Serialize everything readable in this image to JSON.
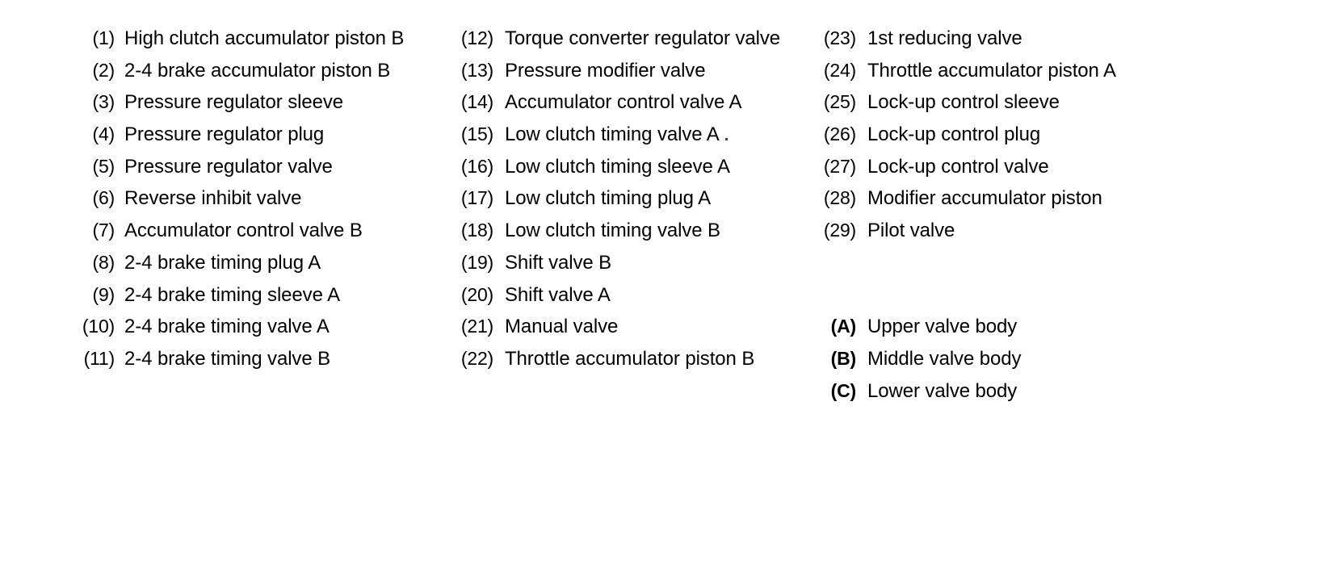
{
  "document": {
    "type": "parts-legend",
    "background_color": "#ffffff",
    "text_color": "#000000",
    "columns": [
      {
        "name": "column-1",
        "entries": [
          {
            "marker": "(1)",
            "label": "High clutch accumulator piston B"
          },
          {
            "marker": "(2)",
            "label": "2-4 brake accumulator piston B"
          },
          {
            "marker": "(3)",
            "label": "Pressure regulator sleeve"
          },
          {
            "marker": "(4)",
            "label": "Pressure regulator plug"
          },
          {
            "marker": "(5)",
            "label": "Pressure regulator valve"
          },
          {
            "marker": "(6)",
            "label": "Reverse inhibit valve"
          },
          {
            "marker": "(7)",
            "label": "Accumulator control valve B"
          },
          {
            "marker": "(8)",
            "label": "2-4 brake timing plug A"
          },
          {
            "marker": "(9)",
            "label": "2-4 brake timing sleeve A"
          },
          {
            "marker": "(10)",
            "label": "2-4 brake timing valve A"
          },
          {
            "marker": "(11)",
            "label": "2-4 brake timing valve B"
          }
        ]
      },
      {
        "name": "column-2",
        "entries": [
          {
            "marker": "(12)",
            "label": "Torque converter regulator valve"
          },
          {
            "marker": "(13)",
            "label": "Pressure modifier valve"
          },
          {
            "marker": "(14)",
            "label": "Accumulator control valve A"
          },
          {
            "marker": "(15)",
            "label": "Low clutch timing valve A",
            "speck": true
          },
          {
            "marker": "(16)",
            "label": "Low clutch timing sleeve A"
          },
          {
            "marker": "(17)",
            "label": "Low clutch timing plug A"
          },
          {
            "marker": "(18)",
            "label": "Low clutch timing valve B"
          },
          {
            "marker": "(19)",
            "label": "Shift valve B"
          },
          {
            "marker": "(20)",
            "label": "Shift valve A"
          },
          {
            "marker": "(21)",
            "label": "Manual valve"
          },
          {
            "marker": "(22)",
            "label": "Throttle accumulator piston B"
          }
        ]
      },
      {
        "name": "column-3",
        "entries": [
          {
            "marker": "(23)",
            "label": "1st reducing valve"
          },
          {
            "marker": "(24)",
            "label": "Throttle accumulator piston A"
          },
          {
            "marker": "(25)",
            "label": "Lock-up control sleeve"
          },
          {
            "marker": "(26)",
            "label": "Lock-up control plug"
          },
          {
            "marker": "(27)",
            "label": "Lock-up control valve"
          },
          {
            "marker": "(28)",
            "label": "Modifier accumulator piston"
          },
          {
            "marker": "(29)",
            "label": "Pilot valve"
          }
        ],
        "body_entries": [
          {
            "marker": "(A)",
            "label": "Upper valve body",
            "bold_marker": true
          },
          {
            "marker": "(B)",
            "label": "Middle valve body",
            "bold_marker": true
          },
          {
            "marker": "(C)",
            "label": "Lower valve body",
            "bold_marker": true
          }
        ]
      }
    ]
  }
}
